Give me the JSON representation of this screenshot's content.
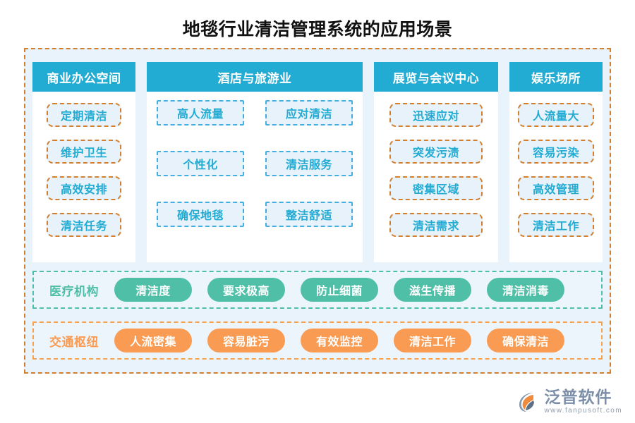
{
  "title": "地毯行业清洁管理系统的应用场景",
  "colors": {
    "header_blue": "#22abd3",
    "tag_text_blue": "#22abd3",
    "tag_fill": "#e7f2fb",
    "dashed_orange": "#d2802f",
    "dashed_blue": "#45aee0",
    "green": "#4fbfa8",
    "orange": "#f99b52",
    "panel_bg": "#e9f3fb",
    "page_bg": "#ffffff"
  },
  "columns": [
    {
      "header": "商业办公空间",
      "tag_style": "orange-dashed",
      "tags": [
        "定期清洁",
        "维护卫生",
        "高效安排",
        "清洁任务"
      ]
    },
    {
      "header": "酒店与旅游业",
      "tag_style": "blue-dashed",
      "tags": [
        "高人流量",
        "应对清洁",
        "个性化",
        "清洁服务",
        "确保地毯",
        "整洁舒适"
      ]
    },
    {
      "header": "展览与会议中心",
      "tag_style": "orange-dashed",
      "tags": [
        "迅速应对",
        "突发污渍",
        "密集区域",
        "清洁需求"
      ]
    },
    {
      "header": "娱乐场所",
      "tag_style": "orange-dashed",
      "tags": [
        "人流量大",
        "容易污染",
        "高效管理",
        "清洁工作"
      ]
    }
  ],
  "bands": [
    {
      "label": "医疗机构",
      "accent": "#4fbfa8",
      "pills": [
        "清洁度",
        "要求极高",
        "防止细菌",
        "滋生传播",
        "清洁消毒"
      ]
    },
    {
      "label": "交通枢纽",
      "accent": "#f99b52",
      "pills": [
        "人流密集",
        "容易脏污",
        "有效监控",
        "清洁工作",
        "确保清洁"
      ]
    }
  ],
  "logo": {
    "name": "泛普软件",
    "url": "www.fanpusoft.com"
  }
}
